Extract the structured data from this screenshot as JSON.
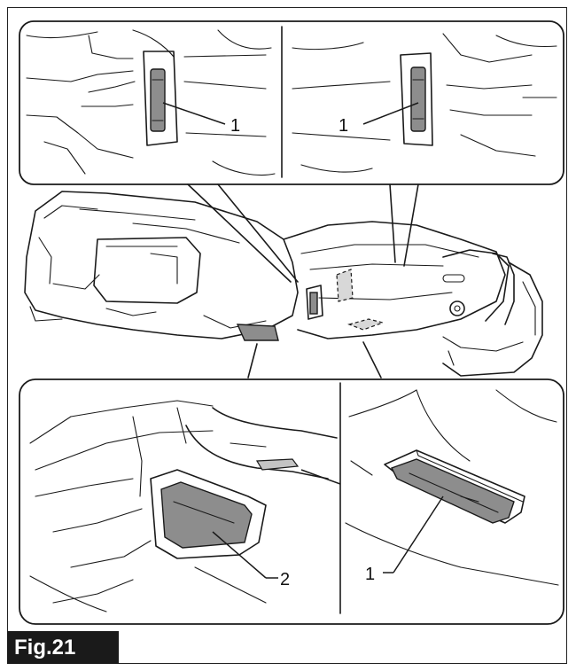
{
  "figure": {
    "label": "Fig.21",
    "callouts": {
      "top_left": "1",
      "top_right": "1",
      "bottom_left": "2",
      "bottom_right": "1"
    }
  },
  "colors": {
    "line": "#1a1a1a",
    "part_fill": "#8d8d8d",
    "label_background": "#1a1a1a",
    "label_text": "#ffffff"
  },
  "icons": [
    "reciprocating-saw-illustration",
    "hook-slot-detail",
    "rubber-pad-detail"
  ]
}
